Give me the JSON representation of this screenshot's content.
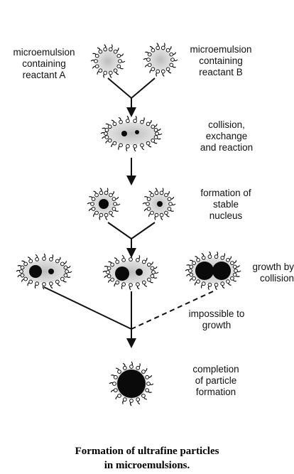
{
  "labels": {
    "reactant_a": "microemulsion\ncontaining\nreactant  A",
    "reactant_b": "microemulsion\ncontaining\nreactant  B",
    "collision": "collision,\nexchange\nand reaction",
    "nucleus": "formation of\nstable\nnucleus",
    "growth": "growth by\ncollision",
    "impossible": "impossible to\ngrowth",
    "completion": "completion\nof particle\nformation"
  },
  "caption": {
    "line1": "Formation of ultrafine particles",
    "line2": "in microemulsions."
  },
  "colors": {
    "ink": "#111111",
    "core_light": "#c8c8c8",
    "core_dark": "#0a0a0a",
    "background": "#ffffff"
  }
}
